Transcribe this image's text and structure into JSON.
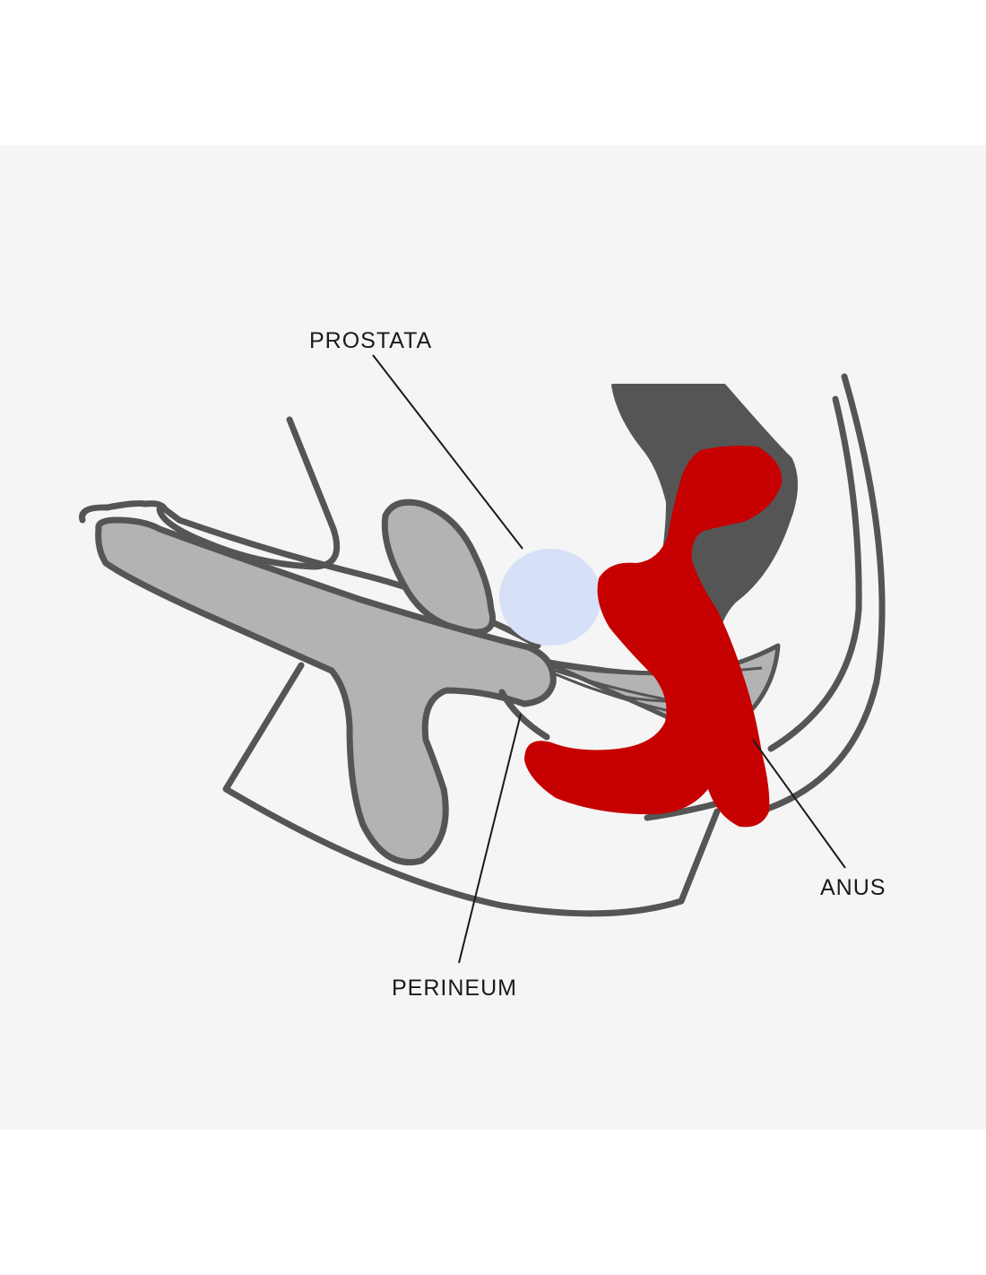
{
  "labels": {
    "prostata": "PROSTATA",
    "anus": "ANUS",
    "perineum": "PERINEUM"
  },
  "colors": {
    "background": "#ffffff",
    "panel": "#f5f5f5",
    "outline": "#555555",
    "light_grey_fill": "#b3b3b3",
    "dark_grey_fill": "#555555",
    "red_device": "#c60000",
    "prostate_blue": "#d6e0f7",
    "leader_line": "#1a1a1a"
  }
}
